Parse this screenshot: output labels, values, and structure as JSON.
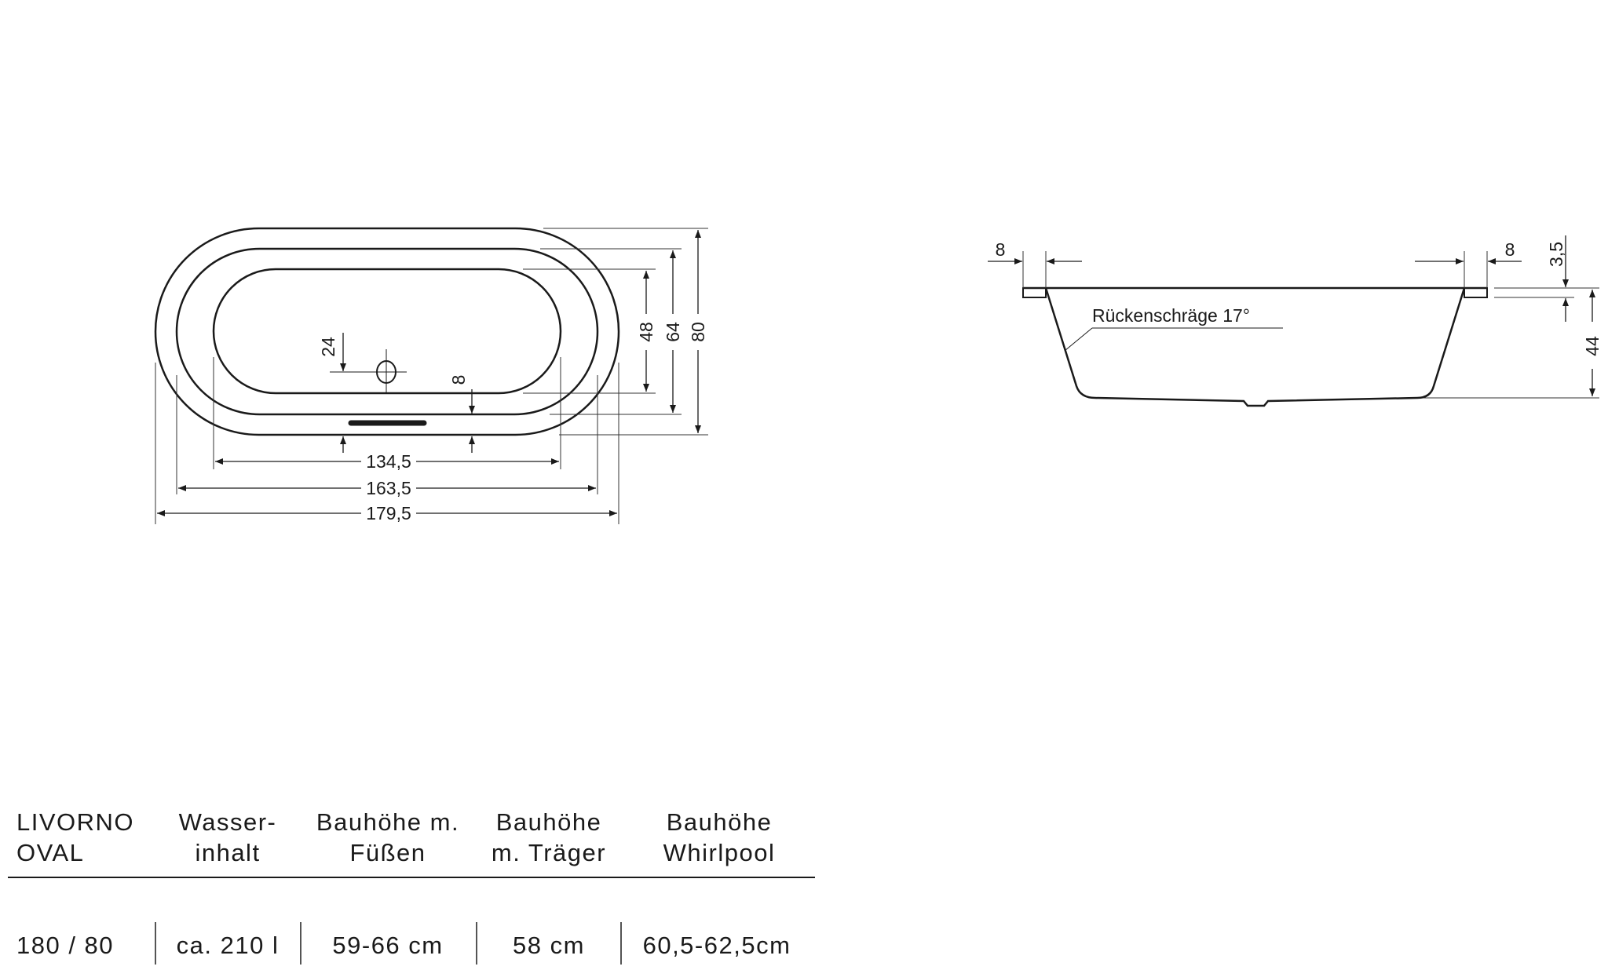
{
  "top_view": {
    "dims": {
      "inner_length": "134,5",
      "middle_length": "163,5",
      "outer_length": "179,5",
      "inner_width": "48",
      "middle_width": "64",
      "outer_width": "80",
      "drain_offset": "24",
      "rim_offset": "8"
    }
  },
  "side_view": {
    "label": "Rückenschräge 17°",
    "dims": {
      "rim_left": "8",
      "rim_right": "8",
      "rim_thickness": "3,5",
      "depth": "44"
    }
  },
  "table": {
    "headers": [
      {
        "line1": "LIVORNO",
        "line2": "OVAL"
      },
      {
        "line1": "Wasser-",
        "line2": "inhalt"
      },
      {
        "line1": "Bauhöhe m.",
        "line2": "Füßen"
      },
      {
        "line1": "Bauhöhe",
        "line2": "m. Träger"
      },
      {
        "line1": "Bauhöhe",
        "line2": "Whirlpool"
      }
    ],
    "row": [
      "180 / 80",
      "ca. 210 l",
      "59-66 cm",
      "58 cm",
      "60,5-62,5cm"
    ]
  }
}
